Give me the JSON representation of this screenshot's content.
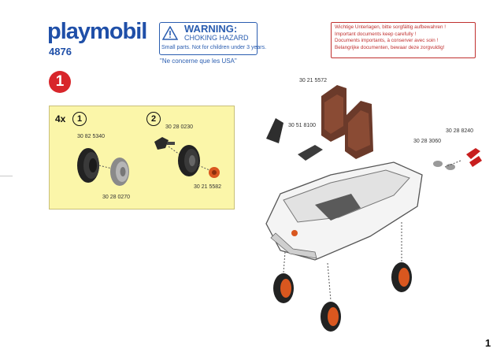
{
  "brand": {
    "logo": "playmobil",
    "model_number": "4876",
    "logo_color": "#1f4fa8"
  },
  "warning": {
    "title": "WARNING:",
    "subtitle": "CHOKING HAZARD",
    "small_text": "Small parts. Not for children under 3 years.",
    "usa_note": "\"Ne concerne que les USA\"",
    "color": "#2a5db0"
  },
  "notice": {
    "lines": [
      "Wichtige Unterlagen, bitte sorgfältig aufbewahren !",
      "Important documents keep carefully !",
      "Documents importants, à conserver avec soin !",
      "Belangrijke documenten, bewaar deze zorgvuldig!"
    ],
    "color": "#c0302f"
  },
  "step": {
    "number": "1",
    "color": "#d8262b"
  },
  "panel": {
    "multiplier": "4x",
    "sub1": "1",
    "sub2": "2",
    "background": "#fbf6a9",
    "parts": {
      "tire": "30 82 5340",
      "rim": "30 28 0270",
      "cap": "30 28 0230",
      "hub": "30 21 5582"
    }
  },
  "assembly": {
    "parts": {
      "seats": "30 21 5572",
      "windshield": "30 51 8100",
      "grille": "30 28 3060",
      "lights": "30 28 8240"
    }
  },
  "page_number": "1"
}
